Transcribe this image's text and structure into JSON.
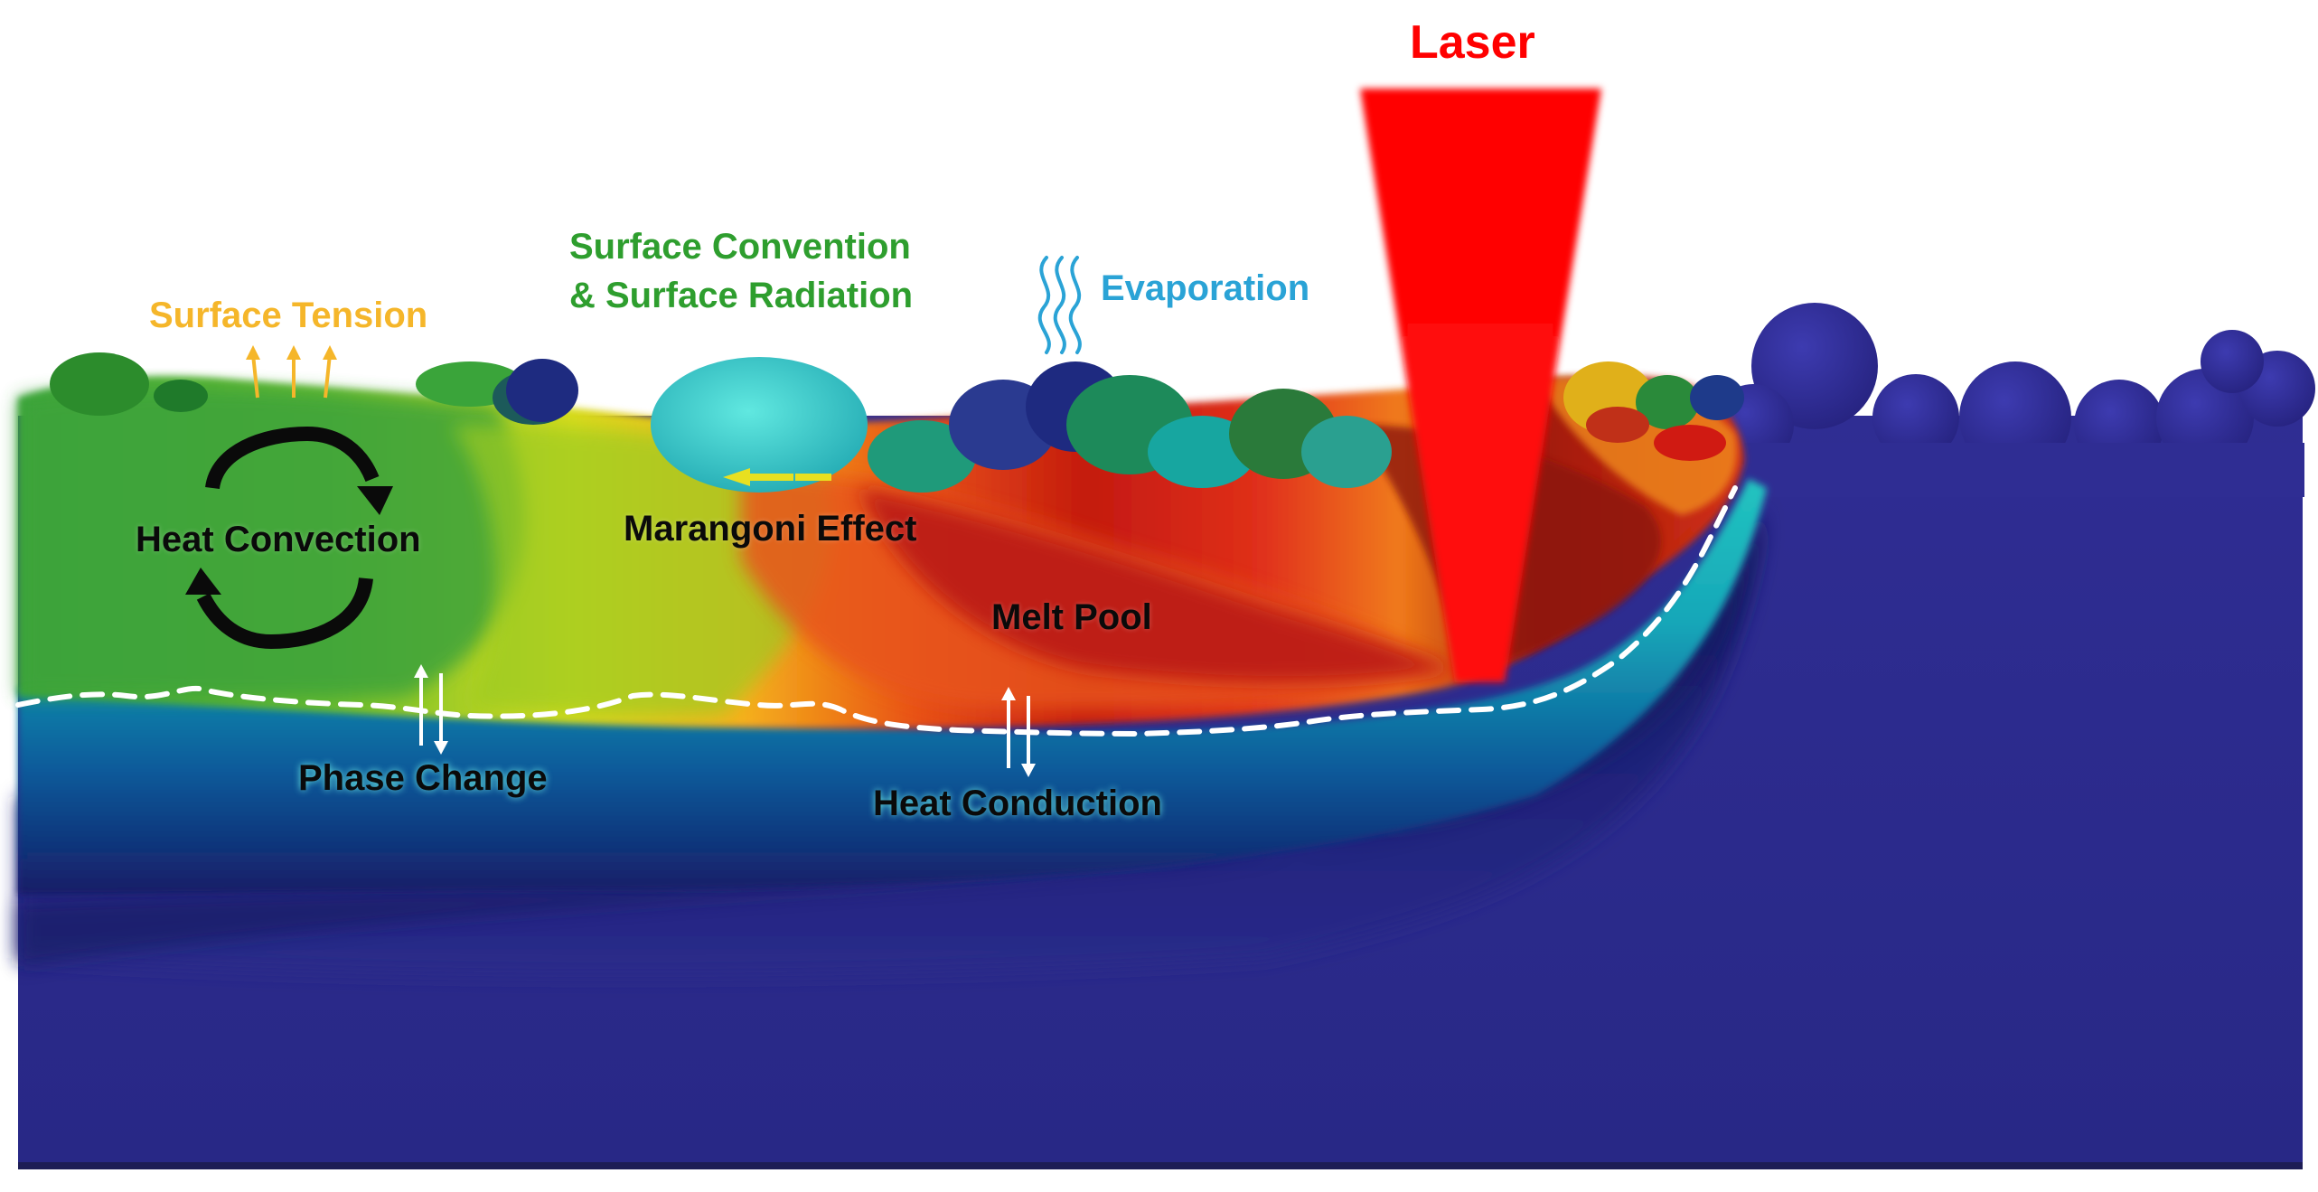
{
  "labels": {
    "laser": "Laser",
    "surface_tension": "Surface Tension",
    "surface_convention_line1": "Surface Convention",
    "surface_convention_line2": "& Surface Radiation",
    "evaporation": "Evaporation",
    "heat_convection": "Heat Convection",
    "marangoni": "Marangoni Effect",
    "melt_pool": "Melt Pool",
    "phase_change": "Phase Change",
    "heat_conduction": "Heat Conduction"
  },
  "colors": {
    "laser": "#ff0000",
    "surface_tension": "#f5b62a",
    "surface_convention": "#2e9e2e",
    "evaporation": "#2aa3d6",
    "substrate": "#2c2a8c",
    "deep_navy": "#121a5e"
  }
}
